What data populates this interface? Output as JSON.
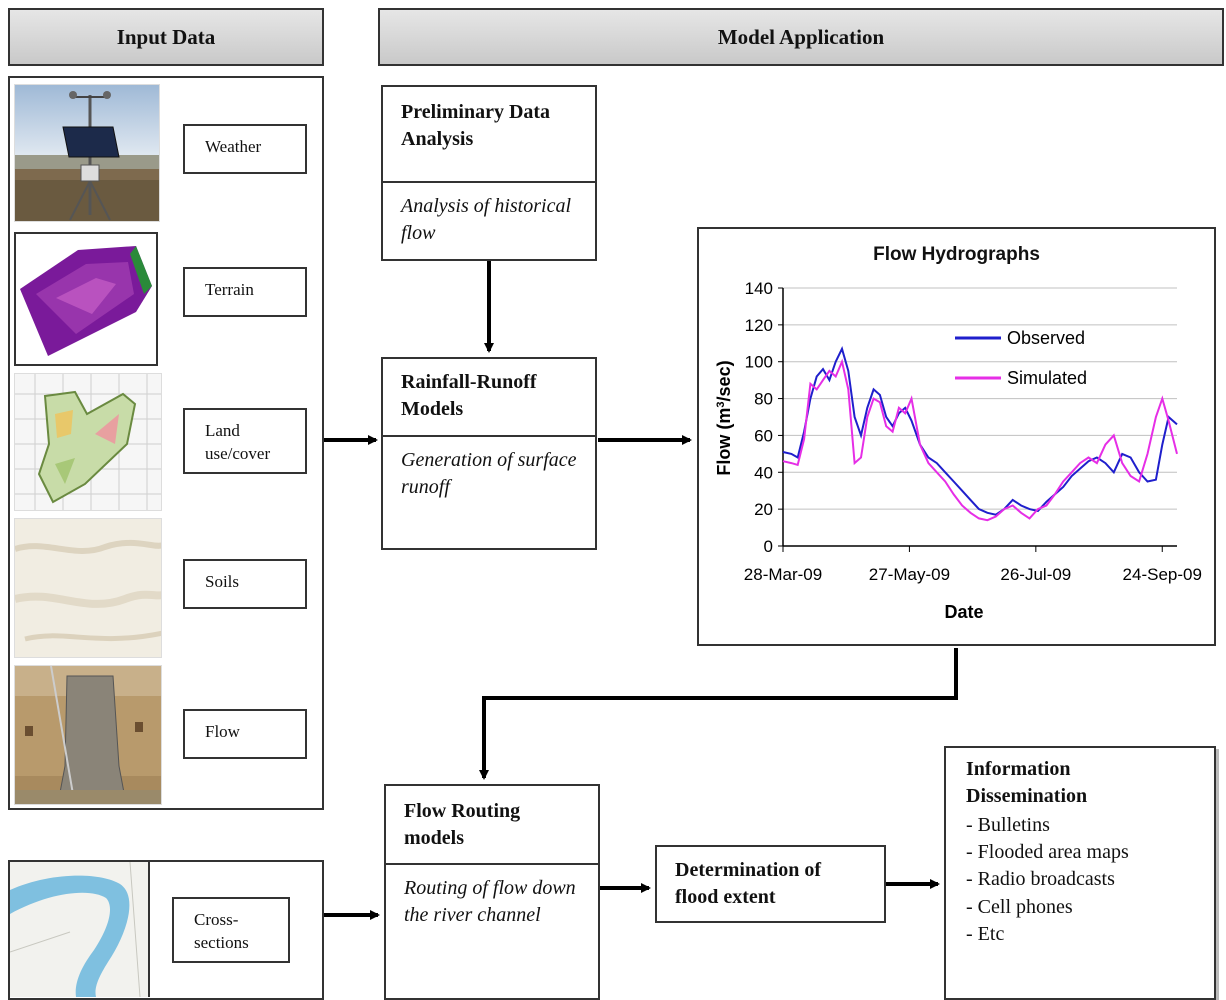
{
  "headers": {
    "input": "Input Data",
    "model": "Model Application"
  },
  "inputs": [
    {
      "label": "Weather"
    },
    {
      "label": "Terrain"
    },
    {
      "label": "Land use/cover"
    },
    {
      "label": "Soils"
    },
    {
      "label": "Flow"
    }
  ],
  "cross_sections": {
    "label": "Cross-sections"
  },
  "prelim": {
    "title": "Preliminary Data Analysis",
    "desc": "Analysis of historical flow"
  },
  "rainfall": {
    "title": "Rainfall-Runoff Models",
    "desc": "Generation of surface runoff"
  },
  "routing": {
    "title": "Flow Routing models",
    "desc": "Routing of flow down the river channel"
  },
  "flood": {
    "title": "Determination of flood extent"
  },
  "dissemination": {
    "title": "Information Dissemination",
    "items": [
      "Bulletins",
      "Flooded area maps",
      "Radio broadcasts",
      "Cell phones",
      "Etc"
    ]
  },
  "chart_data": {
    "type": "line",
    "title": "Flow Hydrographs",
    "xlabel": "Date",
    "ylabel": "Flow (m3/sec)",
    "ylim": [
      0,
      140
    ],
    "yticks": [
      0,
      20,
      40,
      60,
      80,
      100,
      120,
      140
    ],
    "xlim": [
      "2009-03-28",
      "2009-10-01"
    ],
    "xticks": [
      "28-Mar-09",
      "27-May-09",
      "26-Jul-09",
      "24-Sep-09"
    ],
    "xtick_dates": [
      "2009-03-28",
      "2009-05-27",
      "2009-07-26",
      "2009-09-24"
    ],
    "grid": true,
    "legend": "upper-right",
    "series": [
      {
        "name": "Observed",
        "color": "#1f1fcc",
        "x": [
          "2009-03-28",
          "2009-04-01",
          "2009-04-04",
          "2009-04-07",
          "2009-04-10",
          "2009-04-13",
          "2009-04-16",
          "2009-04-19",
          "2009-04-22",
          "2009-04-25",
          "2009-04-28",
          "2009-05-01",
          "2009-05-04",
          "2009-05-07",
          "2009-05-10",
          "2009-05-13",
          "2009-05-16",
          "2009-05-19",
          "2009-05-22",
          "2009-05-25",
          "2009-05-28",
          "2009-06-01",
          "2009-06-05",
          "2009-06-09",
          "2009-06-13",
          "2009-06-17",
          "2009-06-21",
          "2009-06-25",
          "2009-06-29",
          "2009-07-03",
          "2009-07-07",
          "2009-07-11",
          "2009-07-15",
          "2009-07-19",
          "2009-07-23",
          "2009-07-27",
          "2009-07-31",
          "2009-08-04",
          "2009-08-08",
          "2009-08-12",
          "2009-08-16",
          "2009-08-20",
          "2009-08-24",
          "2009-08-28",
          "2009-09-01",
          "2009-09-05",
          "2009-09-09",
          "2009-09-13",
          "2009-09-17",
          "2009-09-21",
          "2009-09-24",
          "2009-09-27",
          "2009-10-01"
        ],
        "values": [
          51,
          50,
          48,
          62,
          80,
          92,
          96,
          90,
          100,
          107,
          95,
          70,
          60,
          75,
          85,
          82,
          70,
          65,
          72,
          75,
          68,
          55,
          48,
          45,
          40,
          35,
          30,
          25,
          20,
          18,
          17,
          20,
          25,
          22,
          20,
          19,
          24,
          28,
          32,
          38,
          42,
          46,
          48,
          45,
          40,
          50,
          48,
          40,
          35,
          36,
          55,
          70,
          66
        ]
      },
      {
        "name": "Simulated",
        "color": "#e62ee6",
        "x": [
          "2009-03-28",
          "2009-04-01",
          "2009-04-04",
          "2009-04-07",
          "2009-04-10",
          "2009-04-13",
          "2009-04-16",
          "2009-04-19",
          "2009-04-22",
          "2009-04-25",
          "2009-04-28",
          "2009-05-01",
          "2009-05-04",
          "2009-05-07",
          "2009-05-10",
          "2009-05-13",
          "2009-05-16",
          "2009-05-19",
          "2009-05-22",
          "2009-05-25",
          "2009-05-28",
          "2009-06-01",
          "2009-06-05",
          "2009-06-09",
          "2009-06-13",
          "2009-06-17",
          "2009-06-21",
          "2009-06-25",
          "2009-06-29",
          "2009-07-03",
          "2009-07-07",
          "2009-07-11",
          "2009-07-15",
          "2009-07-19",
          "2009-07-23",
          "2009-07-27",
          "2009-07-31",
          "2009-08-04",
          "2009-08-08",
          "2009-08-12",
          "2009-08-16",
          "2009-08-20",
          "2009-08-24",
          "2009-08-28",
          "2009-09-01",
          "2009-09-05",
          "2009-09-09",
          "2009-09-13",
          "2009-09-17",
          "2009-09-21",
          "2009-09-24",
          "2009-09-27",
          "2009-10-01"
        ],
        "values": [
          46,
          45,
          44,
          58,
          88,
          85,
          90,
          95,
          92,
          100,
          85,
          45,
          48,
          70,
          80,
          78,
          65,
          62,
          75,
          72,
          80,
          55,
          45,
          40,
          35,
          28,
          22,
          18,
          15,
          14,
          16,
          20,
          22,
          18,
          15,
          20,
          22,
          28,
          35,
          40,
          45,
          48,
          45,
          55,
          60,
          45,
          38,
          35,
          50,
          70,
          80,
          68,
          50
        ]
      }
    ]
  }
}
